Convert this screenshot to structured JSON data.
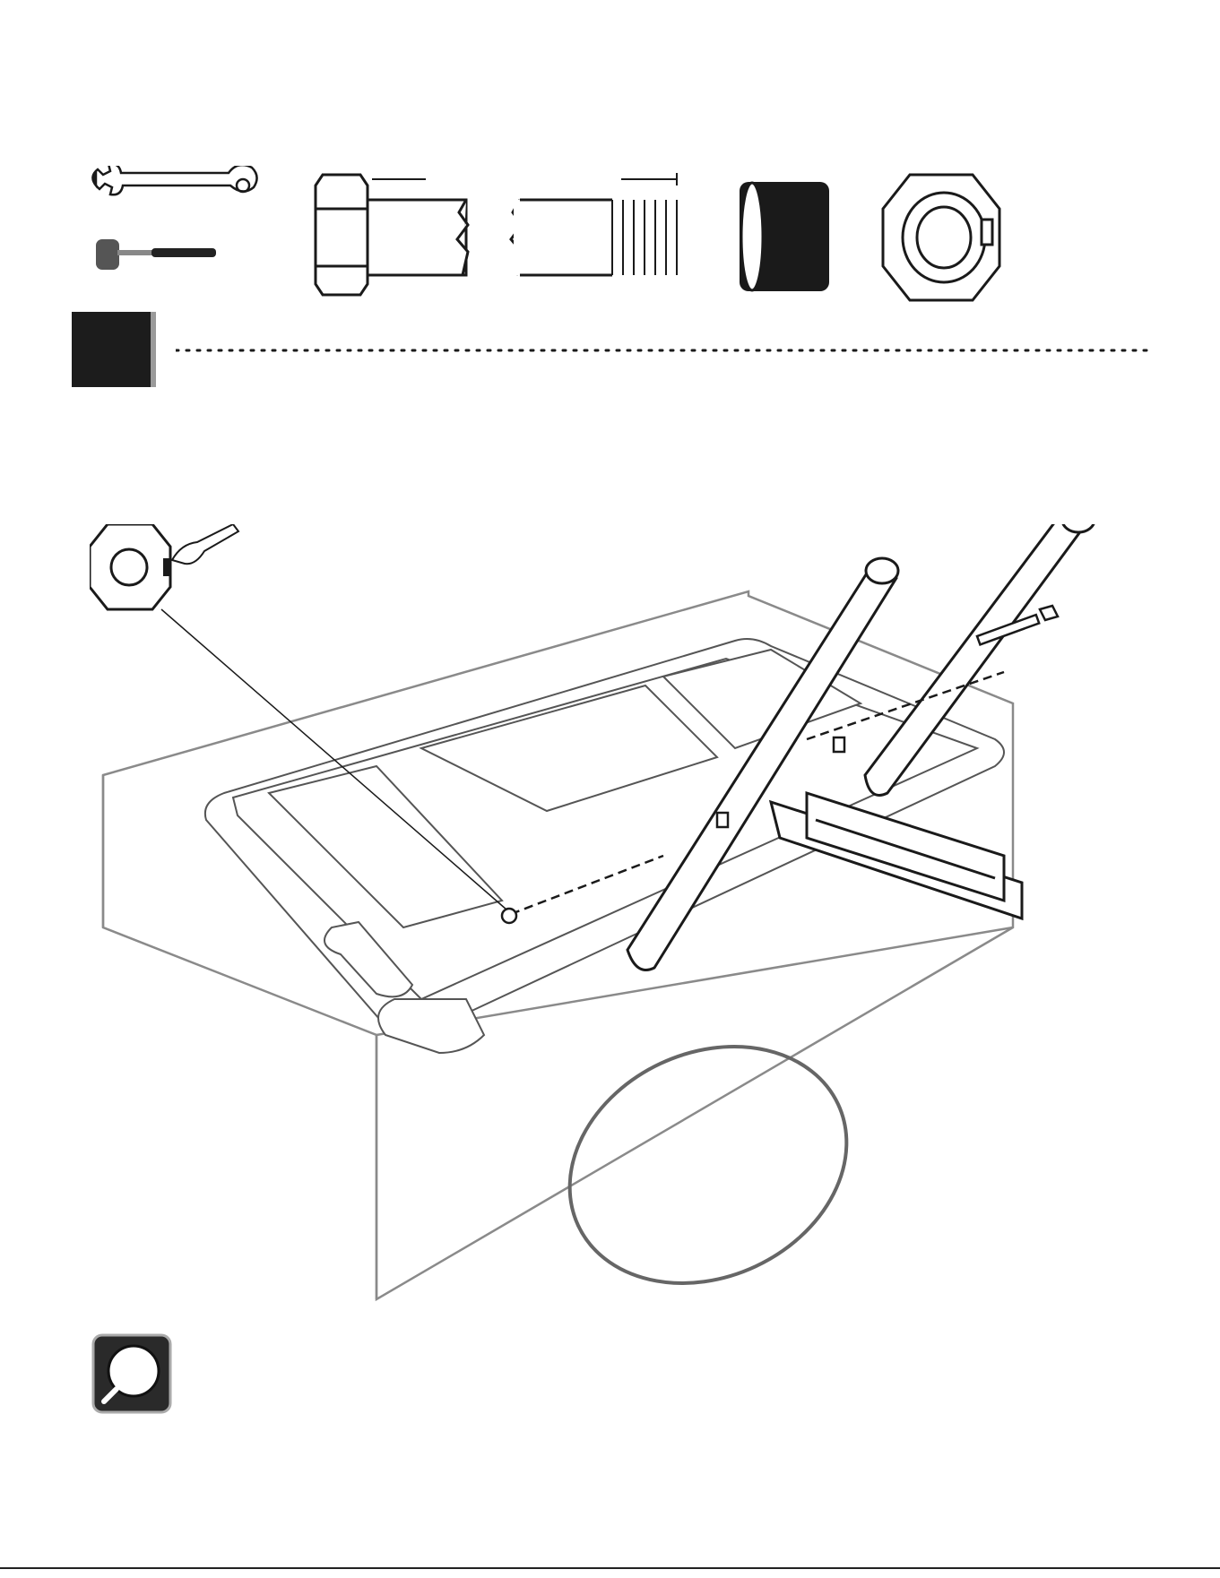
{
  "page": {
    "step_number": "",
    "page_number": ""
  },
  "hardware": {
    "tools": [
      "wrench-icon",
      "mallet-icon"
    ],
    "parts": [
      "hex-bolt",
      "spacer-sleeve",
      "lock-nut"
    ]
  },
  "callouts": {
    "lock_nut_detail": "lock-nut-inset",
    "inspect": "magnifier-icon"
  },
  "colors": {
    "ink": "#1a1a1a",
    "badge": "#1c1c1c",
    "badge_shadow": "#9a9a9a",
    "muted_line": "#8a8a8a"
  }
}
